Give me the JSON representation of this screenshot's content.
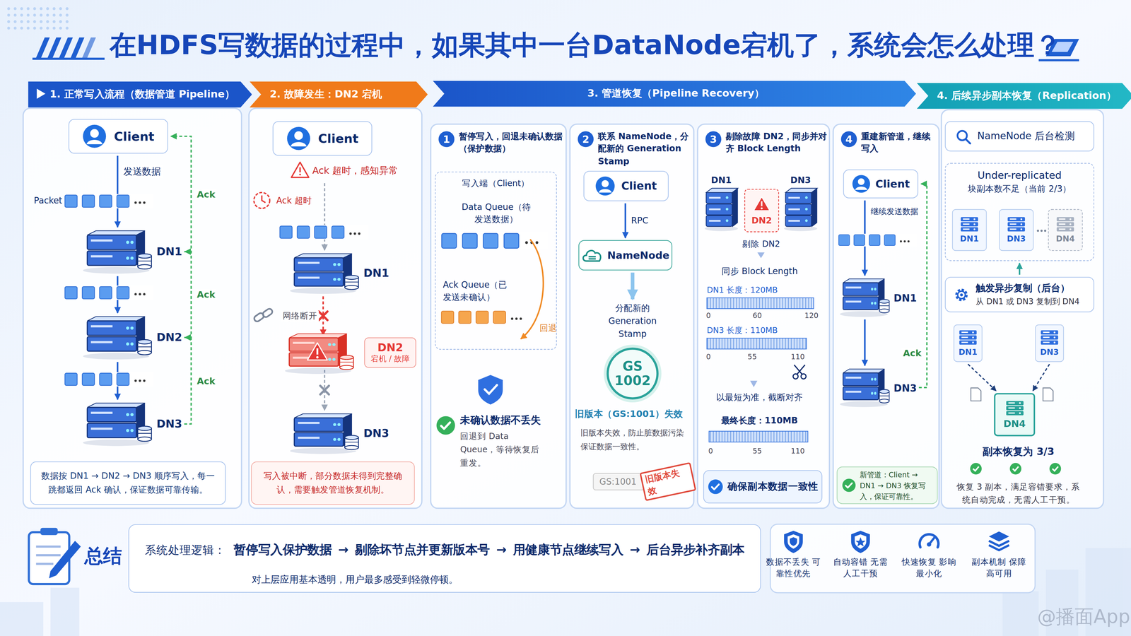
{
  "diagram": {
    "title": "在HDFS写数据的过程中，如果其中一台DataNode宕机了，系统会怎么处理？",
    "nodes": [
      {
        "text": [
          "1. 正常写入流程（数据管道 Pipeline）"
        ]
      },
      {
        "text": [
          "Client"
        ],
        "in": 0
      },
      {
        "text": [
          "DN1"
        ],
        "in": 0
      },
      {
        "text": [
          "DN2"
        ],
        "in": 0
      },
      {
        "text": [
          "DN3"
        ],
        "in": 0
      },
      {
        "text": [
          "数据按 DN1 → DN2 → DN3 顺序写入，每一跳都返回 Ack 确认，保证数据可靠传输。"
        ],
        "in": 0
      },
      {
        "text": [
          "2. 故障发生：DN2 宕机"
        ]
      },
      {
        "text": [
          "Client"
        ],
        "in": 6
      },
      {
        "text": [
          "DN1"
        ],
        "in": 6
      },
      {
        "text": [
          "DN2",
          "宕机 / 故障"
        ],
        "in": 6
      },
      {
        "text": [
          "DN3"
        ],
        "in": 6
      },
      {
        "text": [
          "写入被中断，部分数据未得到完整确认，需要触发管道恢复机制。"
        ],
        "in": 6
      },
      {
        "text": [
          "3. 管道恢复（Pipeline Recovery）"
        ]
      },
      {
        "text": [
          "1",
          "暂停写入，回退未确认数据（保护数据）"
        ],
        "in": 12
      },
      {
        "text": [
          "写入端（Client）",
          "Data Queue（待发送数据）",
          "Ack Queue（已发送未确认）"
        ],
        "in": 13
      },
      {
        "text": [
          "未确认数据不丢失",
          "回退到 Data Queue，等待恢复后重发。"
        ],
        "in": 13
      },
      {
        "text": [
          "2",
          "联系 NameNode，分配新的 Generation Stamp"
        ],
        "in": 12
      },
      {
        "text": [
          "Client"
        ],
        "in": 16
      },
      {
        "text": [
          "NameNode"
        ],
        "in": 16
      },
      {
        "text": [
          "分配新的 Generation Stamp",
          "GS 1002"
        ],
        "in": 16
      },
      {
        "text": [
          "GS:1001",
          "旧版本失效"
        ],
        "in": 16
      },
      {
        "text": [
          "3",
          "剔除故障 DN2，同步并对齐 Block Length"
        ],
        "in": 12
      },
      {
        "text": [
          "DN1"
        ],
        "in": 21
      },
      {
        "text": [
          "DN2"
        ],
        "in": 21
      },
      {
        "text": [
          "DN3"
        ],
        "in": 21
      },
      {
        "text": [
          "确保副本数据一致性"
        ],
        "in": 21
      },
      {
        "text": [
          "4",
          "重建新管道，继续写入"
        ],
        "in": 12
      },
      {
        "text": [
          "Client"
        ],
        "in": 26
      },
      {
        "text": [
          "DN1"
        ],
        "in": 26
      },
      {
        "text": [
          "DN3"
        ],
        "in": 26
      },
      {
        "text": [
          "新管道：Client → DN1 → DN3 恢复写入，保证可靠性。"
        ],
        "in": 26
      },
      {
        "text": [
          "4. 后续异步副本恢复（Replication）"
        ]
      },
      {
        "text": [
          "NameNode 后台检测"
        ],
        "in": 31
      },
      {
        "text": [
          "Under-replicated",
          "块副本数不足（当前 2/3）"
        ],
        "in": 31
      },
      {
        "text": [
          "DN1"
        ],
        "in": 33
      },
      {
        "text": [
          "DN3"
        ],
        "in": 33
      },
      {
        "text": [
          "DN4"
        ],
        "in": 33
      },
      {
        "text": [
          "触发异步复制（后台）",
          "从 DN1 或 DN3 复制到 DN4"
        ],
        "in": 31
      },
      {
        "text": [
          "DN1"
        ],
        "in": 31
      },
      {
        "text": [
          "DN3"
        ],
        "in": 31
      },
      {
        "text": [
          "DN4"
        ],
        "in": 31
      },
      {
        "text": [
          "副本恢复为 3/3",
          "恢复 3 副本，满足容错要求，系统自动完成，无需人工干预。"
        ],
        "in": 31
      },
      {
        "text": [
          "总结",
          "系统处理逻辑：",
          "暂停写入保护数据 → 剔除坏节点并更新版本号 → 用健康节点继续写入 → 后台异步补齐副本",
          "对上层应用基本透明，用户最多感受到轻微停顿。"
        ]
      },
      {
        "text": [
          "数据不丢失 可靠性优先"
        ]
      },
      {
        "text": [
          "自动容错 无需人工干预"
        ]
      },
      {
        "text": [
          "快速恢复 影响最小化"
        ]
      },
      {
        "text": [
          "副本机制 保障高可用"
        ]
      }
    ],
    "edges": [
      {
        "from": 1,
        "to": 2,
        "arrow": "to",
        "label": "发送数据"
      },
      {
        "from": 2,
        "to": 3,
        "arrow": "to"
      },
      {
        "from": 3,
        "to": 4,
        "arrow": "to"
      },
      {
        "from": 4,
        "to": 3,
        "arrow": "to",
        "label": "Ack"
      },
      {
        "from": 3,
        "to": 2,
        "arrow": "to",
        "label": "Ack"
      },
      {
        "from": 2,
        "to": 1,
        "arrow": "to",
        "label": "Ack"
      },
      {
        "from": 7,
        "to": 8,
        "arrow": "to"
      },
      {
        "from": 8,
        "to": 9,
        "arrow": "to",
        "label": "网络断开"
      },
      {
        "from": 9,
        "to": 10,
        "arrow": "to"
      },
      {
        "from": 17,
        "to": 18,
        "arrow": "to",
        "label": "RPC"
      },
      {
        "from": 18,
        "to": 19,
        "arrow": "to"
      },
      {
        "from": 27,
        "to": 28,
        "arrow": "to",
        "label": "继续发送数据"
      },
      {
        "from": 28,
        "to": 29,
        "arrow": "to"
      },
      {
        "from": 29,
        "to": 27,
        "arrow": "to",
        "label": "Ack"
      },
      {
        "from": 37,
        "to": 33,
        "arrow": "to"
      },
      {
        "from": 38,
        "to": 40,
        "arrow": "to"
      },
      {
        "from": 39,
        "to": 40,
        "arrow": "to"
      }
    ],
    "labels": [
      "Packet",
      "Ack 超时，感知异常",
      "Ack 超时",
      "回退",
      "旧版本（GS:1001）失效",
      "旧版本失效，防止脏数据污染保证数据一致性。",
      "剔除 DN2",
      "同步 Block Length",
      "DN1 长度：120MB",
      "0",
      "60",
      "120",
      "DN3 长度：110MB",
      "0",
      "55",
      "110",
      "以最短为准，截断对齐",
      "最终长度：110MB",
      "0",
      "55",
      "110",
      "@播面App"
    ]
  }
}
